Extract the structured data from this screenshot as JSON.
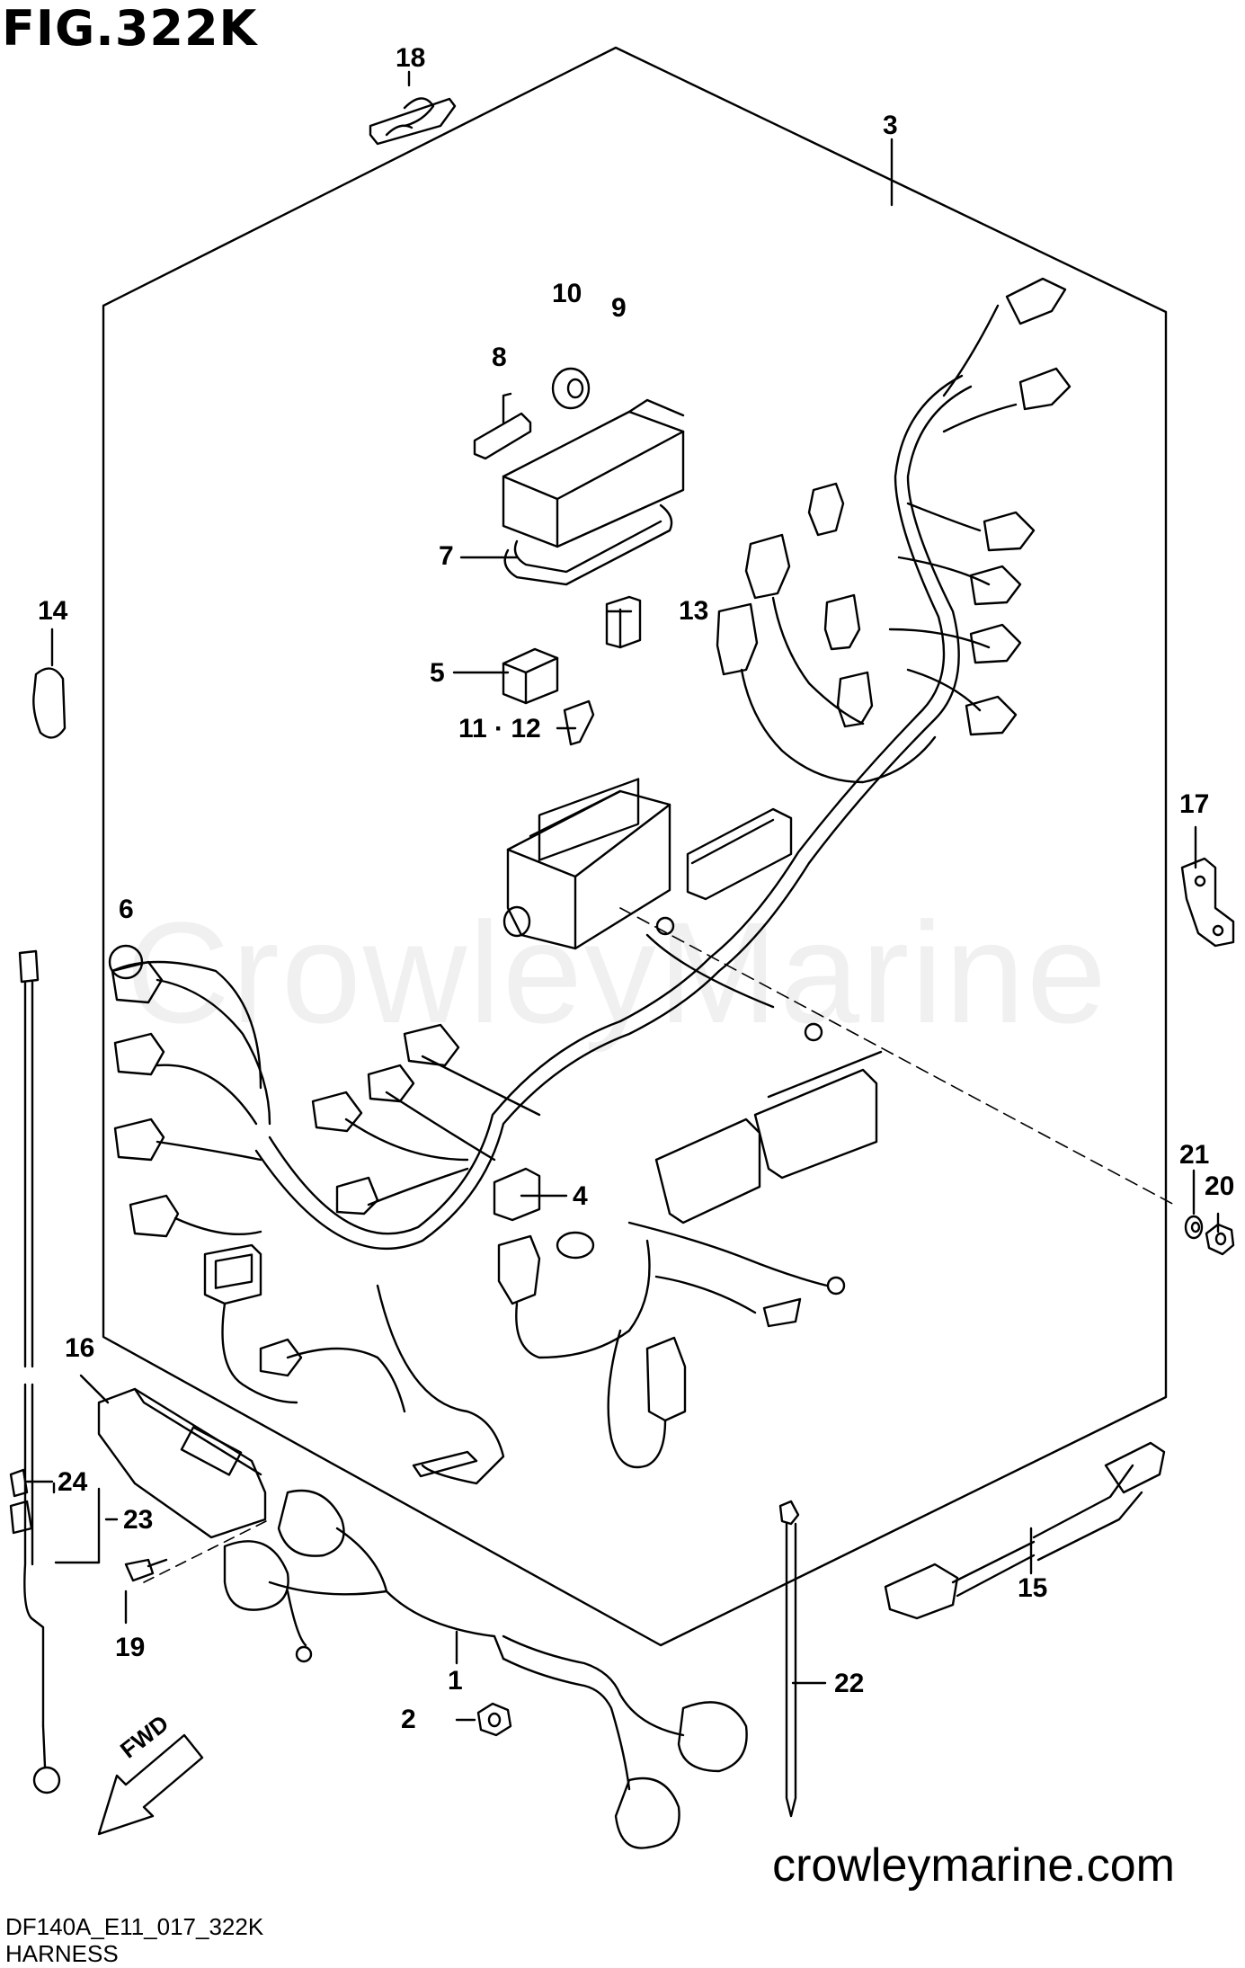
{
  "figure": {
    "title": "FIG.322K"
  },
  "watermark": "CrowleyMarine",
  "footer": {
    "code": "DF140A_E11_017_322K",
    "subtitle": "HARNESS",
    "website": "crowleymarine.com"
  },
  "fwd_arrow": "FWD",
  "callouts": {
    "c1": "1",
    "c2": "2",
    "c3": "3",
    "c4": "4",
    "c5": "5",
    "c6": "6",
    "c7": "7",
    "c8": "8",
    "c9": "9",
    "c10": "10",
    "c11_12": "11 · 12",
    "c13": "13",
    "c14": "14",
    "c15": "15",
    "c16": "16",
    "c17": "17",
    "c18": "18",
    "c19": "19",
    "c20": "20",
    "c21": "21",
    "c22": "22",
    "c23": "23",
    "c24": "24"
  }
}
